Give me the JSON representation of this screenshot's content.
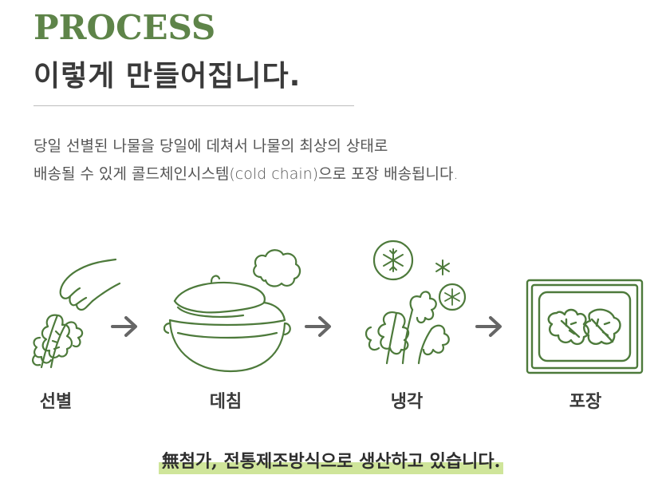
{
  "header": {
    "title": "PROCESS",
    "subtitle": "이렇게 만들어집니다."
  },
  "description": {
    "line1": "당일 선별된 나물을 당일에 데쳐서 나물의 최상의 상태로",
    "line2": "배송될 수 있게 콜드체인시스템(cold chain)으로 포장 배송됩니다."
  },
  "steps": [
    {
      "label": "선별",
      "icon": "hand-picking-herbs-icon"
    },
    {
      "label": "데침",
      "icon": "steaming-pot-icon"
    },
    {
      "label": "냉각",
      "icon": "herbs-with-snowflakes-icon"
    },
    {
      "label": "포장",
      "icon": "packaging-tray-icon"
    }
  ],
  "footer": {
    "text": "無첨가, 전통제조방식으로 생산하고 있습니다."
  },
  "colors": {
    "accent": "#5e8449",
    "icon_green": "#4d7a3b",
    "arrow_gray": "#666666",
    "highlight": "#cfe59a"
  }
}
